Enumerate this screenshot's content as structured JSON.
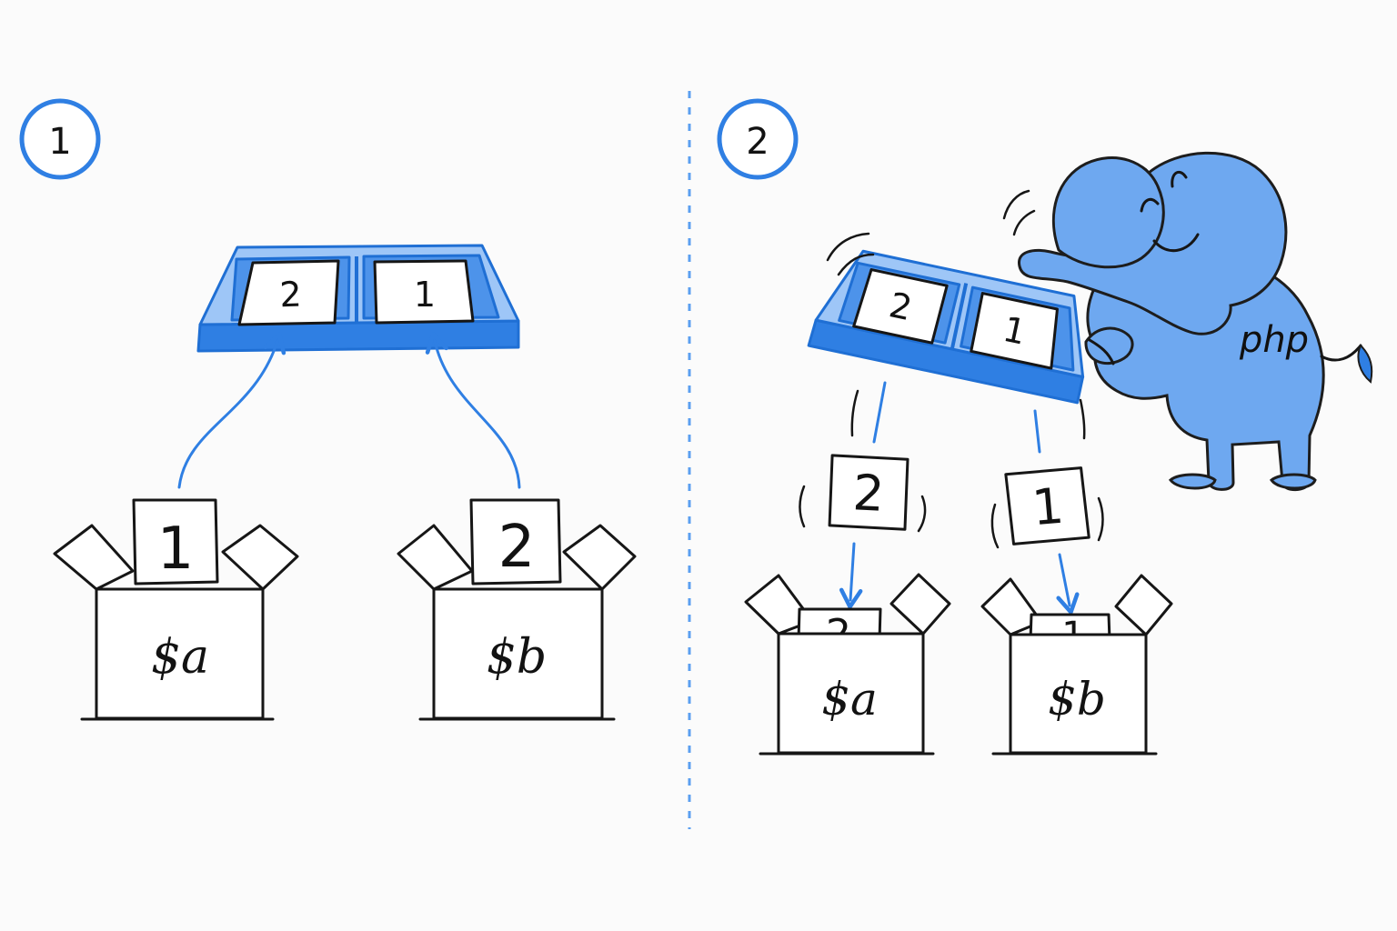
{
  "steps": [
    {
      "number": "1",
      "array_values": [
        "2",
        "1"
      ],
      "boxes": [
        {
          "label": "$a",
          "value": "1"
        },
        {
          "label": "$b",
          "value": "2"
        }
      ]
    },
    {
      "number": "2",
      "array_values": [
        "2",
        "1"
      ],
      "falling_values": [
        "2",
        "1"
      ],
      "boxes": [
        {
          "label": "$a",
          "value": "2"
        },
        {
          "label": "$b",
          "value": "1"
        }
      ],
      "mascot_label": "php"
    }
  ],
  "colors": {
    "accent": "#2f7fe3",
    "ink": "#161616",
    "elephant": "#6ea8f0",
    "background": "#fbfbfb"
  }
}
